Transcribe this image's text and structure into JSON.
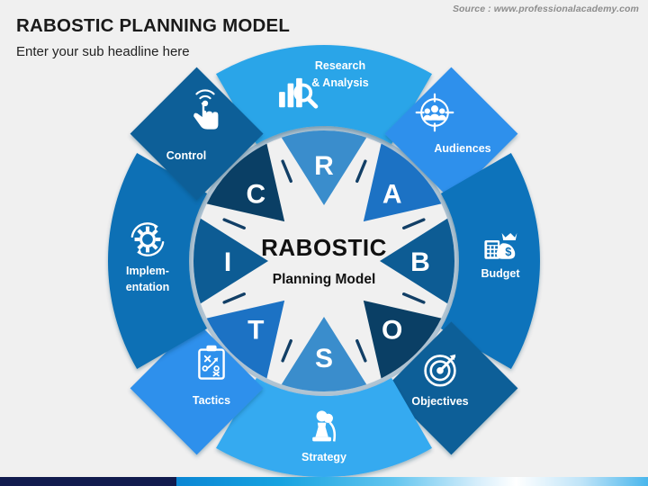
{
  "header": {
    "title": "RABOSTIC PLANNING MODEL",
    "subtitle": "Enter your sub headline here",
    "source": "Source : www.professionalacademy.com"
  },
  "center": {
    "title": "RABOSTIC",
    "subtitle": "Planning Model"
  },
  "colors": {
    "background": "#f0f0f0",
    "ring_shadow": "#1f5f92",
    "dash": "#123f66",
    "bar_navy": "#111b4e",
    "light_blue": "#2ba5e8",
    "mid_blue": "#2f87c8",
    "blue": "#0f6fb5",
    "bright_blue": "#2489d8",
    "sky_blue": "#3aa2f0",
    "dark_navy": "#0b4a73",
    "deep_navy": "#073b5e"
  },
  "segments": [
    {
      "letter": "R",
      "label": "Research & Analysis",
      "label_lines": [
        "Research",
        "& Analysis"
      ],
      "icon": "bar-chart-magnifier-icon",
      "position": "top",
      "outer_color": "#2ba5e8",
      "wedge_color": "#3a8dcc"
    },
    {
      "letter": "A",
      "label": "Audiences",
      "label_lines": [
        "Audiences"
      ],
      "icon": "target-audience-icon",
      "position": "top-right",
      "outer_color": "#2f90ec",
      "wedge_color": "#1c72c4"
    },
    {
      "letter": "B",
      "label": "Budget",
      "label_lines": [
        "Budget"
      ],
      "icon": "calculator-money-bag-icon",
      "position": "right",
      "outer_color": "#0b73bb",
      "wedge_color": "#0d5c94"
    },
    {
      "letter": "O",
      "label": "Objectives",
      "label_lines": [
        "Objectives"
      ],
      "icon": "dartboard-target-icon",
      "position": "bottom-right",
      "outer_color": "#0d5f98",
      "wedge_color": "#0a3f65"
    },
    {
      "letter": "S",
      "label": "Strategy",
      "label_lines": [
        "Strategy"
      ],
      "icon": "chess-pawn-icon",
      "position": "bottom",
      "outer_color": "#35aaf0",
      "wedge_color": "#3a8dcc"
    },
    {
      "letter": "T",
      "label": "Tactics",
      "label_lines": [
        "Tactics"
      ],
      "icon": "clipboard-playbook-icon",
      "position": "bottom-left",
      "outer_color": "#2f90ec",
      "wedge_color": "#1c72c4"
    },
    {
      "letter": "I",
      "label": "Implementation",
      "label_lines": [
        "Implem-",
        "entation"
      ],
      "icon": "gear-cycle-icon",
      "position": "left",
      "outer_color": "#0b6fb5",
      "wedge_color": "#0d5c94"
    },
    {
      "letter": "C",
      "label": "Control",
      "label_lines": [
        "Control"
      ],
      "icon": "touch-hand-icon",
      "position": "top-left",
      "outer_color": "#0d5f98",
      "wedge_color": "#0a3f65"
    }
  ]
}
